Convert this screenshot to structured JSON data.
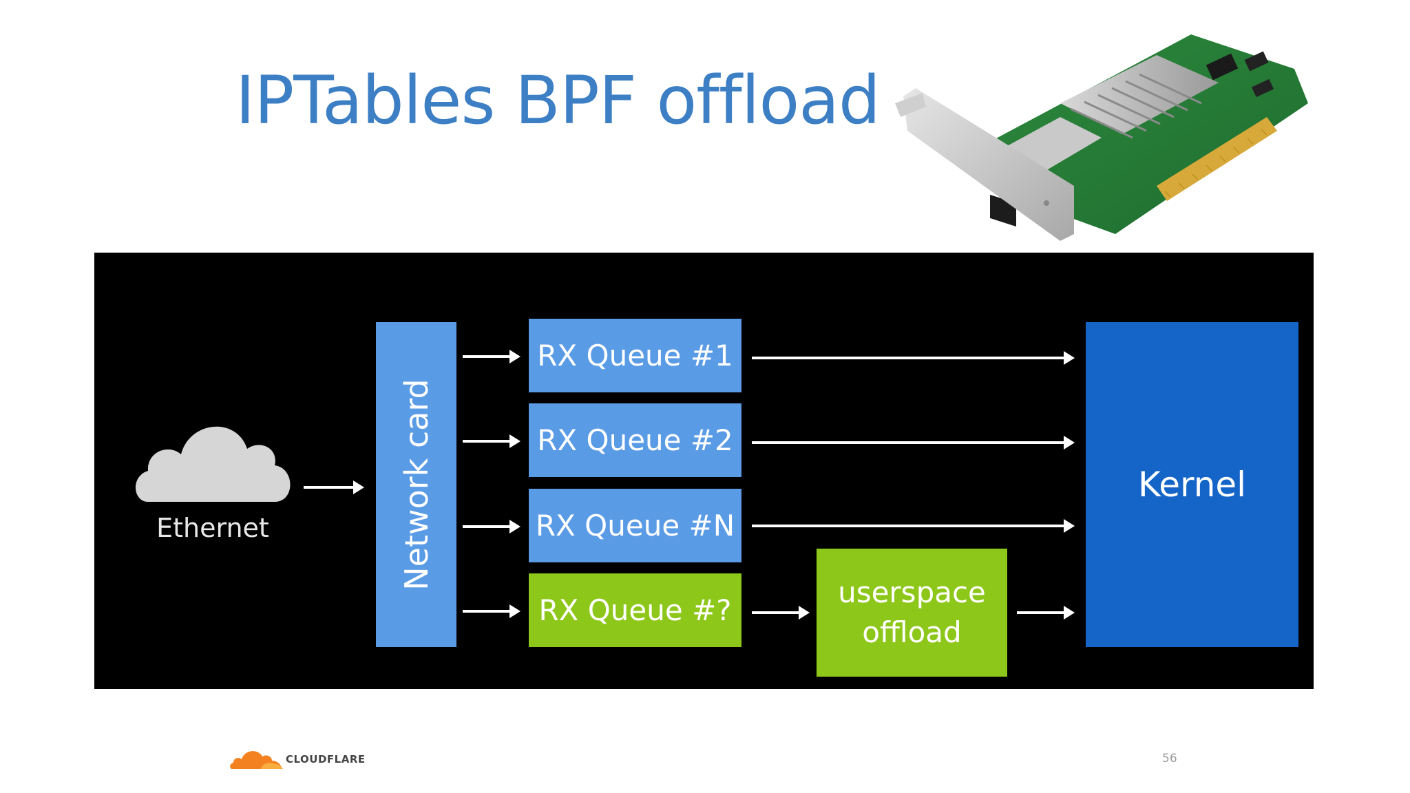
{
  "slide": {
    "title": "IPTables BPF offload",
    "page_number": "56"
  },
  "brand": {
    "logo_text": "CLOUDFLARE",
    "logo_icon": "cloudflare-cloud-icon"
  },
  "diagram": {
    "source": {
      "label": "Ethernet",
      "icon": "cloud-icon"
    },
    "network_card": {
      "label": "Network card"
    },
    "queues": [
      {
        "label": "RX Queue #1"
      },
      {
        "label": "RX Queue #2"
      },
      {
        "label": "RX Queue #N"
      },
      {
        "label": "RX Queue #?"
      }
    ],
    "offload": {
      "label": "userspace\noffload"
    },
    "kernel": {
      "label": "Kernel"
    }
  },
  "colors": {
    "title": "#3d7fc4",
    "queue_blue": "#5a9be6",
    "queue_green": "#8dc71a",
    "kernel_blue": "#1565c8",
    "diagram_bg": "#000000"
  }
}
